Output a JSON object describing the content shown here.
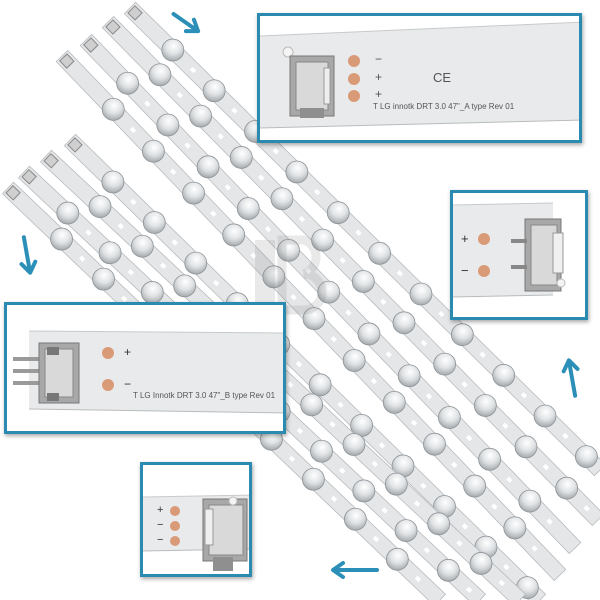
{
  "colors": {
    "frame": "#2a8ab0",
    "arrow": "#2c8fb8",
    "strip": "#e4e6e8",
    "pad": "#d99a78",
    "connector": "#9c9c9c"
  },
  "strip_count": 8,
  "insets": {
    "top_right": {
      "minus": "−",
      "plus1": "+",
      "plus2": "+",
      "ce": "CE",
      "label": "T LG innotk DRT 3.0 47\"_A type Rev 01"
    },
    "mid_right": {
      "plus": "+",
      "minus": "−"
    },
    "left": {
      "plus": "+",
      "minus": "−",
      "label": "T LG Innotk DRT 3.0 47\"_B type Rev 01"
    },
    "bottom": {
      "plus": "+",
      "minus1": "−",
      "minus2": "−"
    }
  },
  "arrows": [
    {
      "name": "arrow-top-right",
      "direction": "down-right"
    },
    {
      "name": "arrow-left",
      "direction": "down"
    },
    {
      "name": "arrow-right",
      "direction": "up"
    },
    {
      "name": "arrow-bottom",
      "direction": "left"
    }
  ]
}
